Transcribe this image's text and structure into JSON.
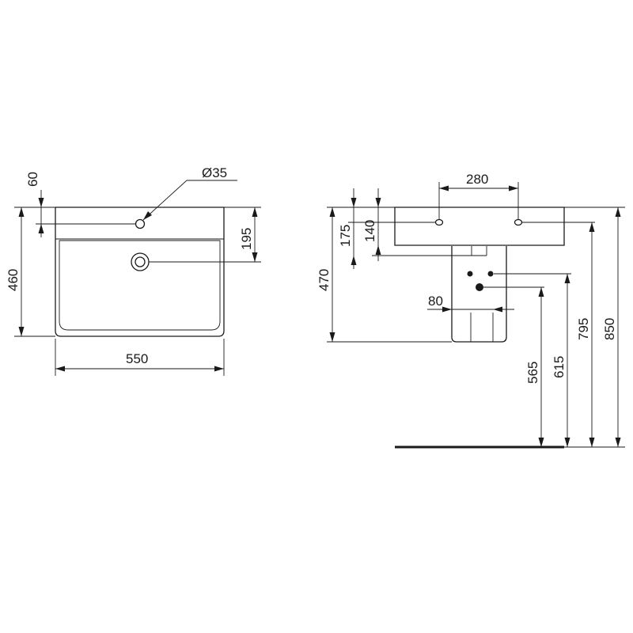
{
  "dimensions": {
    "top_view": {
      "tap_hole_offset": "60",
      "tap_hole_diameter": "Ø35",
      "overall_depth": "460",
      "overflow_offset": "195",
      "overall_width": "550"
    },
    "side_view": {
      "tap_hole_spacing": "280",
      "top_to_tap_holes": "175",
      "top_to_bowl_bottom": "140",
      "total_height": "470",
      "pedestal_offset": "80",
      "floor_to_outlet_lower": "565",
      "floor_to_outlet_upper": "615",
      "floor_to_basin_bottom": "795",
      "floor_to_rim": "850"
    }
  }
}
